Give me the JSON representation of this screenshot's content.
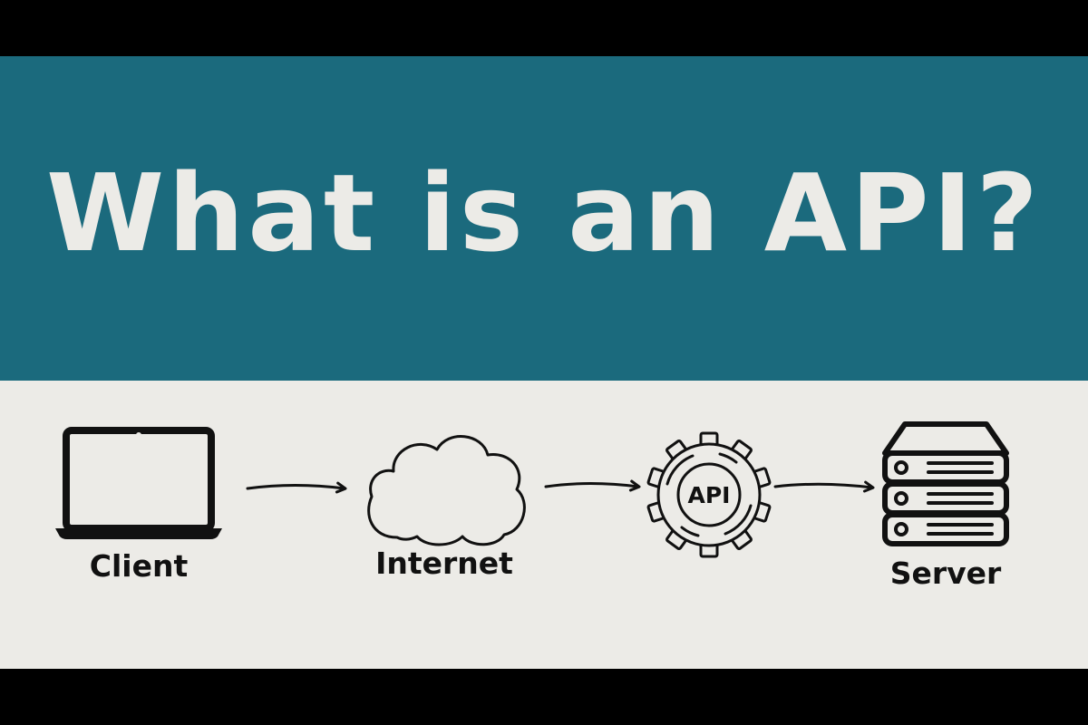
{
  "banner": {
    "title": "What is an API?",
    "background_color": "#1b6a7d",
    "text_color": "#ecebe7"
  },
  "diagram": {
    "background_color": "#ecebe7",
    "stroke_color": "#111111",
    "nodes": [
      {
        "id": "client",
        "label": "Client",
        "icon": "laptop-icon"
      },
      {
        "id": "internet",
        "label": "Internet",
        "icon": "cloud-icon"
      },
      {
        "id": "api",
        "label": "API",
        "icon": "gear-icon"
      },
      {
        "id": "server",
        "label": "Server",
        "icon": "server-rack-icon"
      }
    ],
    "edges": [
      {
        "from": "client",
        "to": "internet"
      },
      {
        "from": "internet",
        "to": "api"
      },
      {
        "from": "api",
        "to": "server"
      }
    ]
  }
}
